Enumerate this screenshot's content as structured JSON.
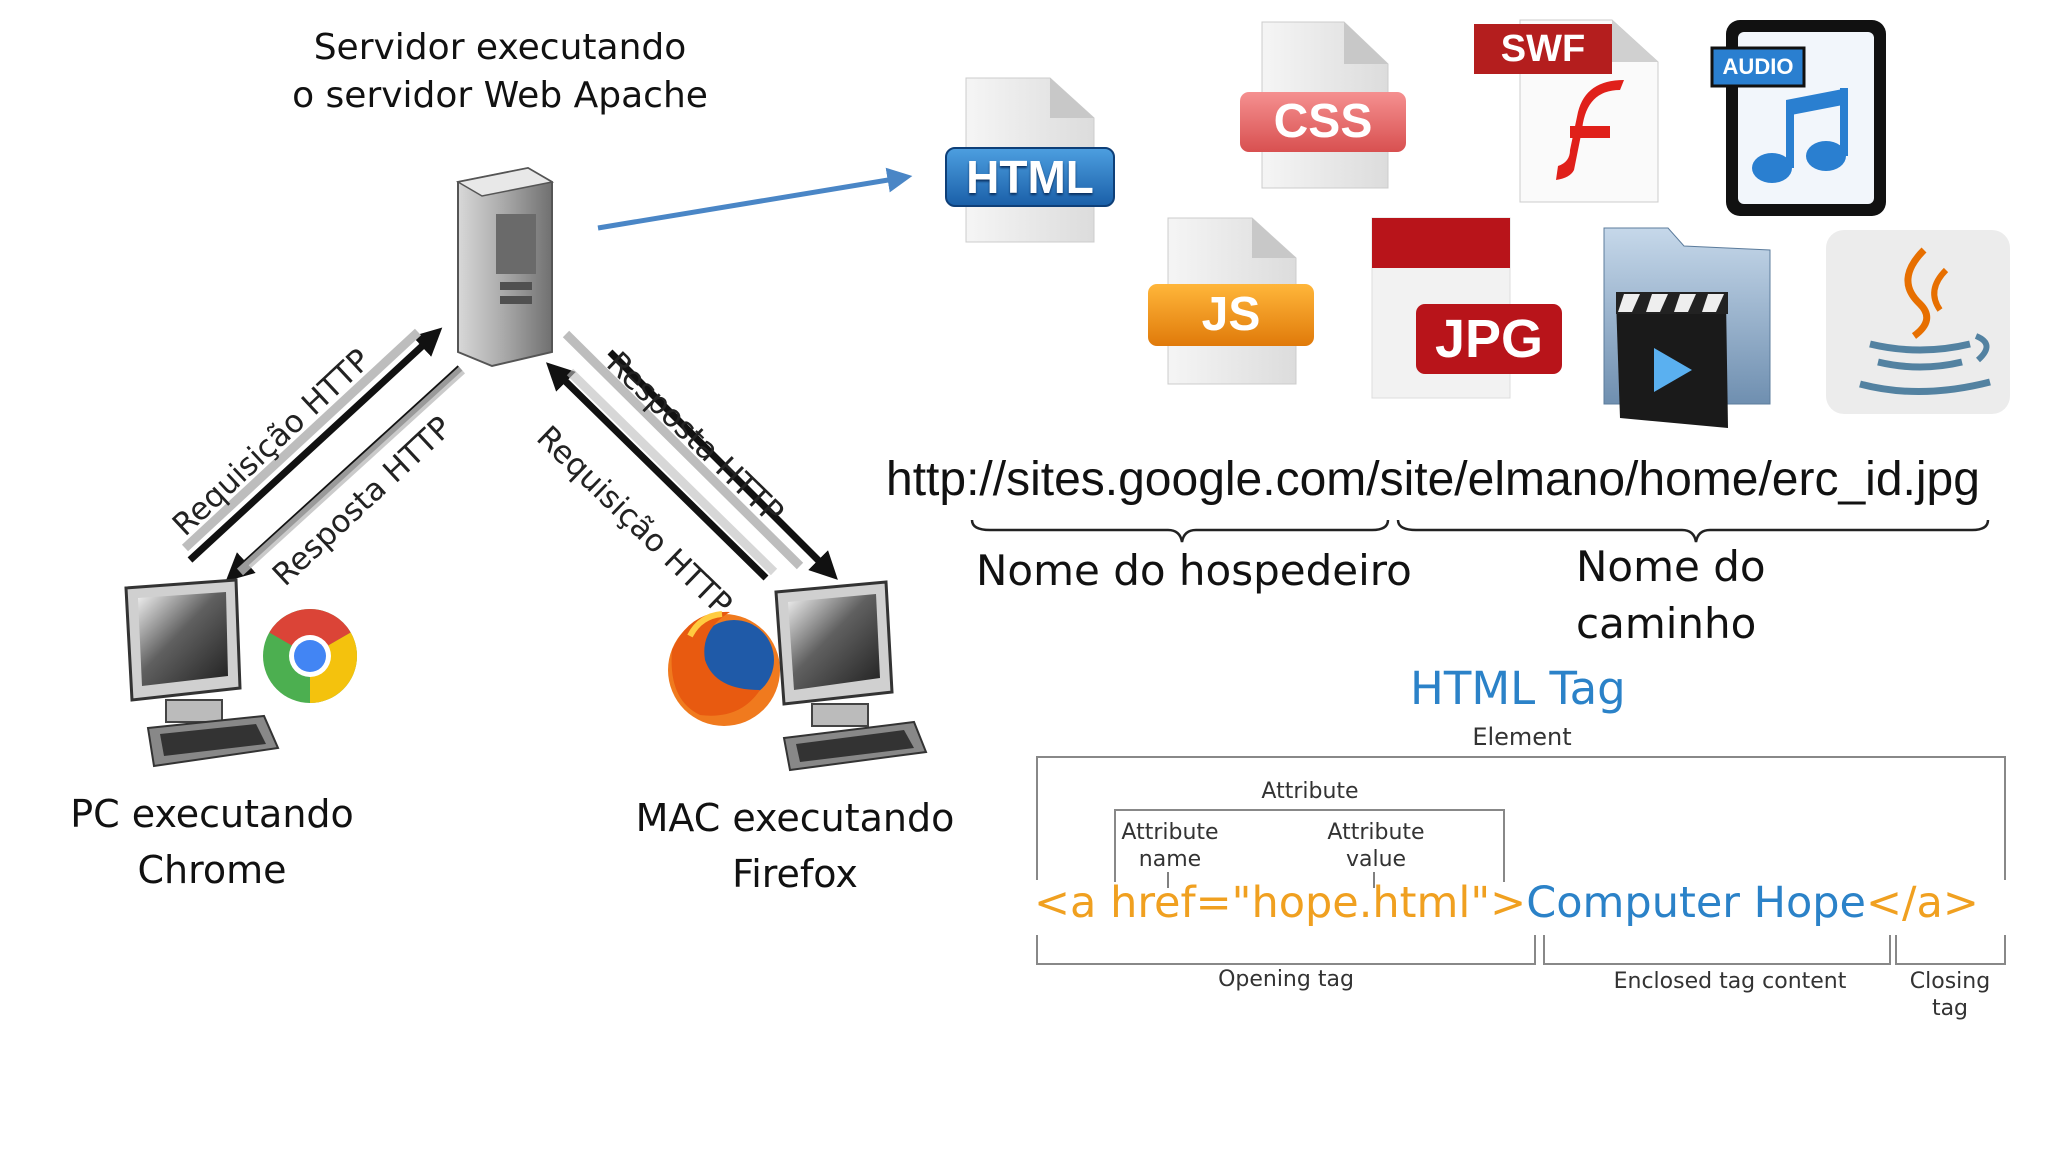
{
  "server": {
    "caption_line1": "Servidor executando",
    "caption_line2": "o servidor Web Apache"
  },
  "clients": {
    "pc_line1": "PC executando",
    "pc_line2": "Chrome",
    "mac_line1": "MAC executando",
    "mac_line2": "Firefox"
  },
  "arrows": {
    "left_request": "Requisição HTTP",
    "left_response": "Resposta HTTP",
    "right_response": "Resposta HTTP",
    "right_request": "Requisição HTTP"
  },
  "file_icons": {
    "html": "HTML",
    "css": "CSS",
    "swf": "SWF",
    "audio": "AUDIO",
    "js": "JS",
    "jpg": "JPG"
  },
  "url": {
    "full": "http://sites.google.com/site/elmano/home/erc_id.jpg",
    "host_label": "Nome do hospedeiro",
    "path_label_line1": "Nome do",
    "path_label_line2": "caminho"
  },
  "html_tag": {
    "title": "HTML Tag",
    "element_label": "Element",
    "attribute_label": "Attribute",
    "attribute_name_line1": "Attribute",
    "attribute_name_line2": "name",
    "attribute_value_line1": "Attribute",
    "attribute_value_line2": "value",
    "code_open_a": "<a",
    "code_href": "href=\"hope.html\">",
    "code_content": "Computer Hope",
    "code_close": "</a>",
    "opening_tag_label": "Opening tag",
    "enclosed_label": "Enclosed tag content",
    "closing_label_line1": "Closing",
    "closing_label_line2": "tag"
  },
  "colors": {
    "accent_blue": "#2b82c8",
    "code_orange": "#f0a020",
    "arrow_blue": "#4a86c6"
  }
}
